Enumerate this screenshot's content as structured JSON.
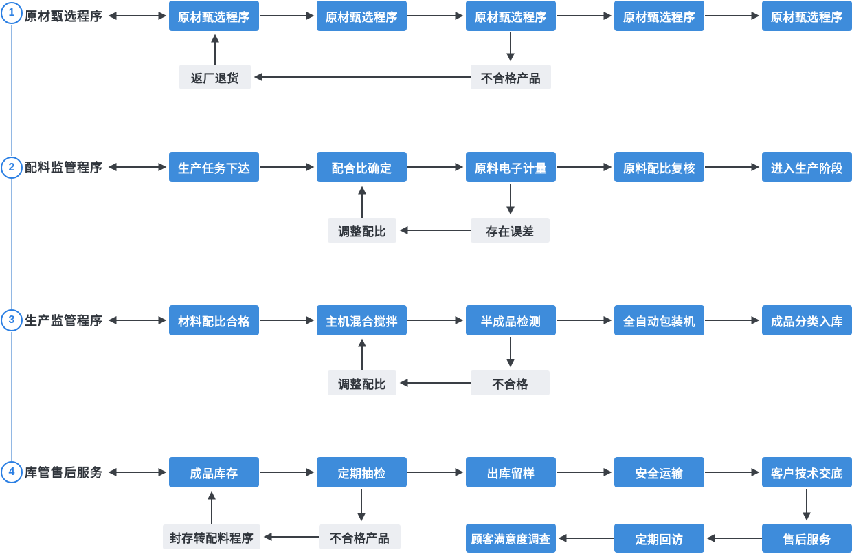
{
  "title": "production-quality-control-flowchart",
  "colors": {
    "step_blue": "#3E8CDB",
    "circle_blue": "#2B7FE3",
    "connector_blue": "#6FA0DC",
    "arrow_dark": "#3A3F45",
    "gray_box_bg": "#ECEEF2",
    "text_dark": "#2F343B"
  },
  "rows": [
    {
      "number": "1",
      "label": "原材甄选程序",
      "steps": [
        "原材甄选程序",
        "原材甄选程序",
        "原材甄选程序",
        "原材甄选程序",
        "原材甄选程序"
      ],
      "feedback": {
        "target": "返厂退货",
        "source": "不合格产品"
      }
    },
    {
      "number": "2",
      "label": "配料监管程序",
      "steps": [
        "生产任务下达",
        "配合比确定",
        "原料电子计量",
        "原料配比复核",
        "进入生产阶段"
      ],
      "feedback": {
        "target": "调整配比",
        "source": "存在误差"
      }
    },
    {
      "number": "3",
      "label": "生产监管程序",
      "steps": [
        "材料配比合格",
        "主机混合搅拌",
        "半成品检测",
        "全自动包装机",
        "成品分类入库"
      ],
      "feedback": {
        "target": "调整配比",
        "source": "不合格"
      }
    },
    {
      "number": "4",
      "label": "库管售后服务",
      "steps": [
        "成品库存",
        "定期抽检",
        "出库留样",
        "安全运输",
        "客户技术交底"
      ],
      "feedback": {
        "target": "封存转配料程序",
        "source": "不合格产品"
      },
      "aftersale_chain": [
        "售后服务",
        "定期回访",
        "顾客满意度调查"
      ]
    }
  ]
}
